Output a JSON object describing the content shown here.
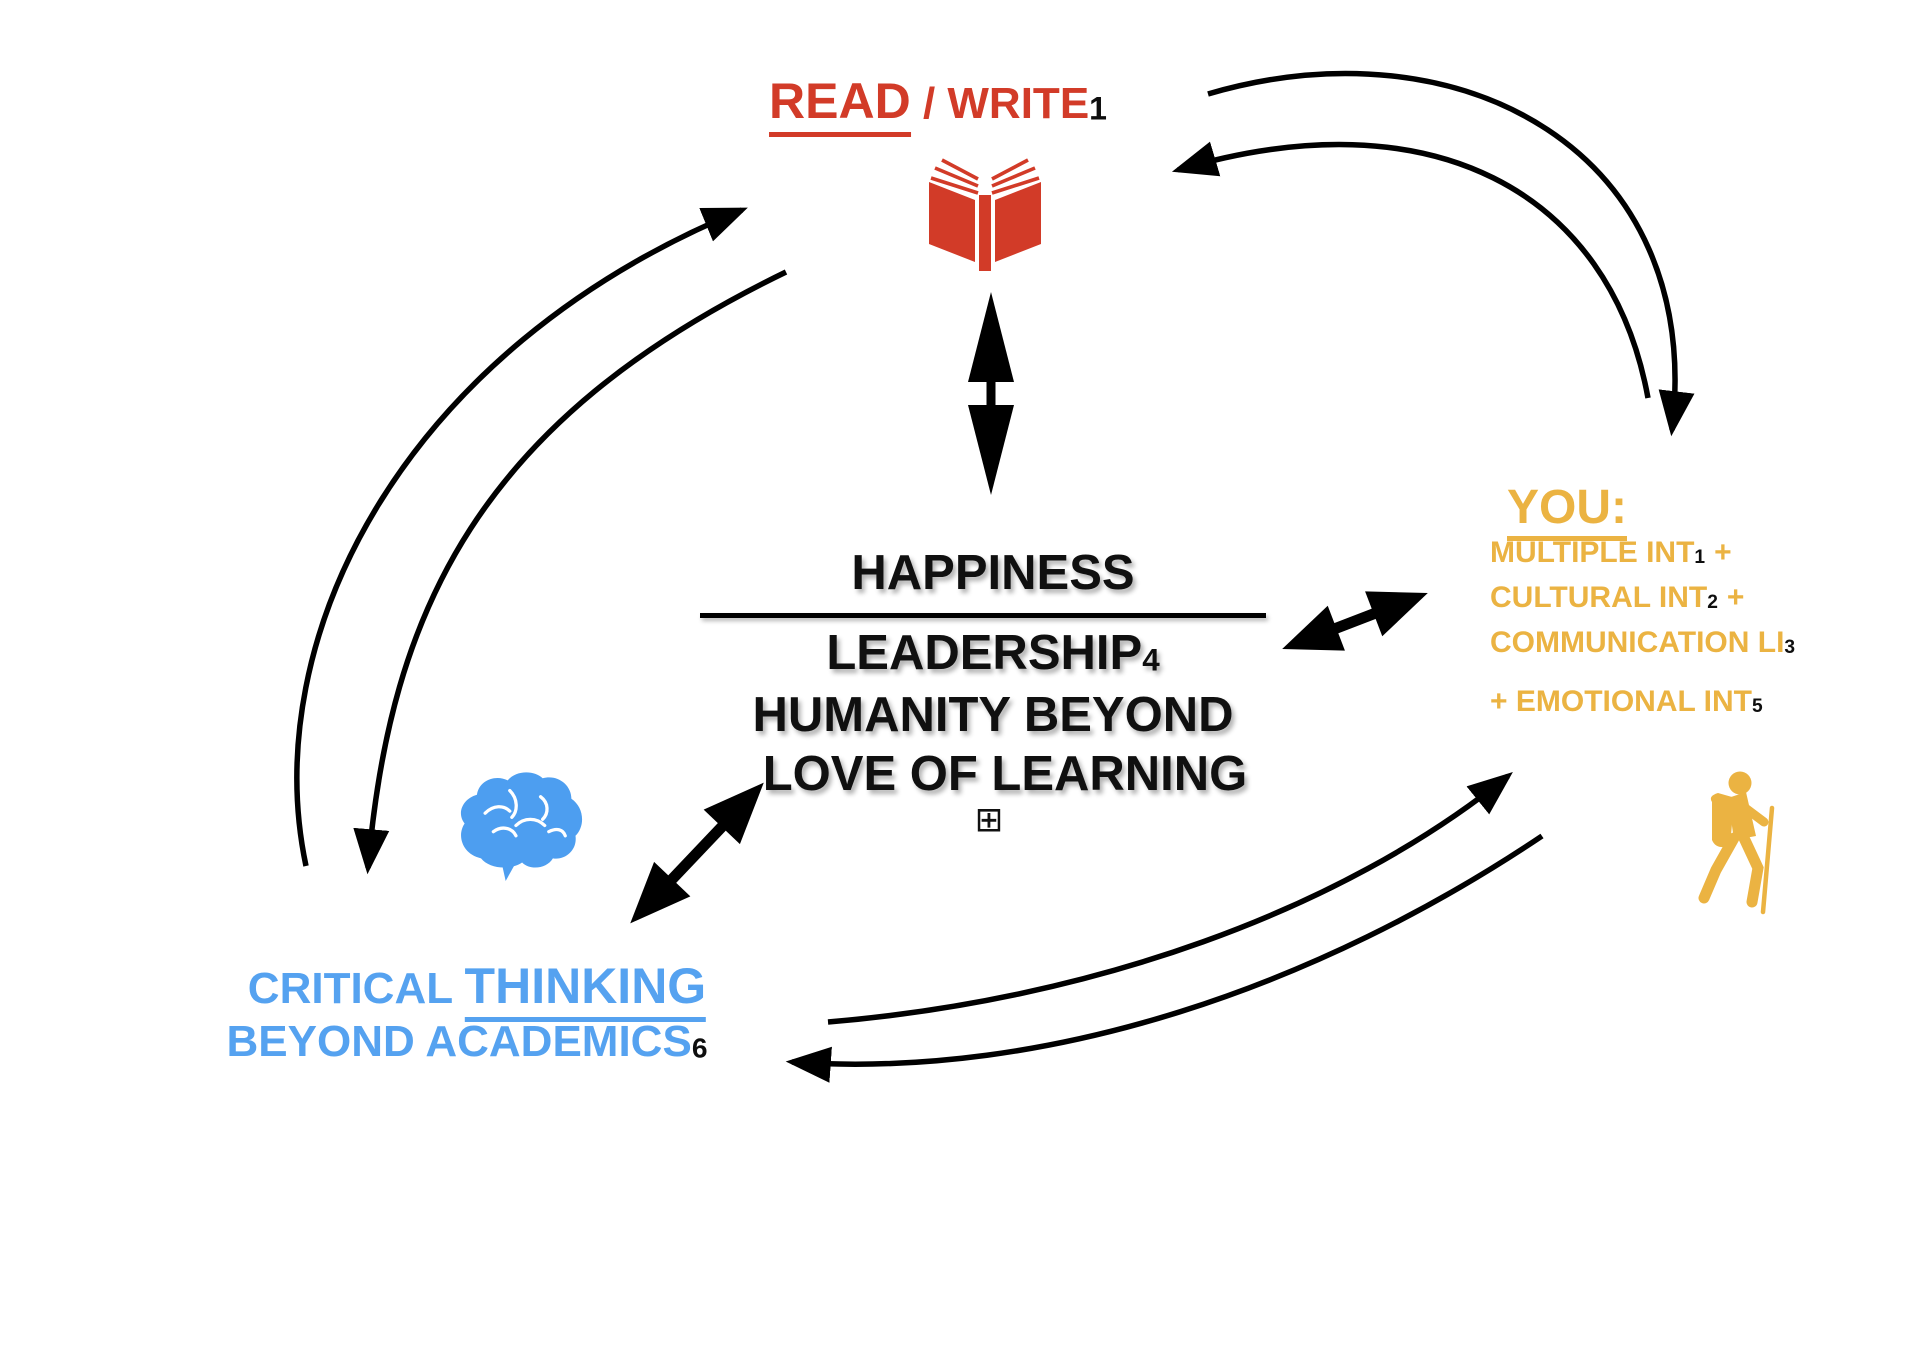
{
  "colors": {
    "red": "#d23b28",
    "gold": "#ebb342",
    "blue": "#55a2f0",
    "ink": "#0e0e0e"
  },
  "nodes": {
    "read_write": {
      "read": "READ",
      "sep": " / ",
      "write": "WRITE",
      "note": "1"
    },
    "center": {
      "numerator": "HAPPINESS",
      "line2": "LEADERSHIP",
      "line2_note": "4",
      "line3": "HUMANITY BEYOND",
      "line4": "LOVE OF LEARNING",
      "plus_symbol": "⊞"
    },
    "you": {
      "title": "YOU:",
      "items": [
        {
          "text": "MULTIPLE INT",
          "note": "1",
          "suffix": "+"
        },
        {
          "text": "CULTURAL INT",
          "note": "2",
          "suffix": "+"
        },
        {
          "text": "COMMUNICATION LI",
          "note": "3",
          "suffix": ""
        },
        {
          "text": "+ EMOTIONAL INT",
          "note": "5",
          "suffix": ""
        }
      ]
    },
    "critical_thinking": {
      "word1": "CRITICAL ",
      "word2": "THINKING",
      "line2": "BEYOND ACADEMICS",
      "note": "6"
    }
  },
  "icons": [
    "book-icon",
    "brain-icon",
    "hiker-icon",
    "plus-box-icon"
  ]
}
